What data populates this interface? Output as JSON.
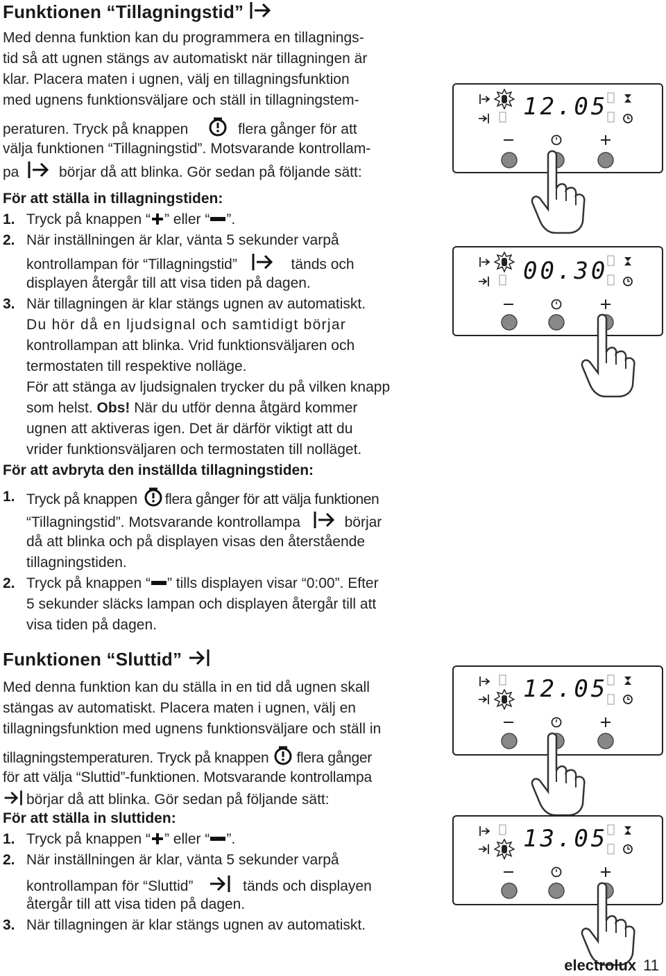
{
  "section1": {
    "title": "Funktionen “Tillagningstid”",
    "title_icon": "tillagningstid-icon",
    "intro": [
      "Med denna funktion kan du programmera en tillagnings-",
      "tid så att ugnen stängs av automatiskt när tillagningen är",
      "klar. Placera  maten i ugnen, välj en tillagningsfunktion",
      "med ugnens funktionsväljare och ställ in tillagningstem-"
    ],
    "intro_line5_a": "peraturen. Tryck på knappen",
    "intro_line5_b": "flera gånger för att",
    "intro_line6": "välja funktionen “Tillagningstid”. Motsvarande kontrollam-",
    "intro_line7_a": "pa",
    "intro_line7_b": "börjar då att blinka. Gör sedan på följande sätt:",
    "set_heading": "För att ställa in tillagningstiden:",
    "step1_num": "1.",
    "step1_a": "Tryck på knappen “",
    "step1_b": "” eller “",
    "step1_c": "”.",
    "step2_num": "2.",
    "step2_line1": "När inställningen är klar, vänta 5 sekunder varpå",
    "step2_line2_a": "kontrollampan för “Tillagningstid”",
    "step2_line2_b": "tänds och",
    "step2_line3": "displayen återgår till att visa tiden på dagen.",
    "step3_num": "3.",
    "step3_lines": [
      "När tillagningen är klar stängs ugnen av automatiskt.",
      "Du hör då en ljudsignal och samtidigt börjar",
      "kontrollampan att blinka. Vrid funktionsväljaren och",
      "termostaten till respektive nolläge.",
      "För att stänga av ljudsignalen trycker du på vilken knapp"
    ],
    "step3_line6_a": "som helst.",
    "step3_obs": "Obs!",
    "step3_line6_b": "När du utför denna åtgärd kommer",
    "step3_lines_end": [
      "ugnen att aktiveras igen. Det är därför viktigt att du",
      "vrider funktionsväljaren och termostaten till nolläget."
    ],
    "cancel_heading": "För att avbryta den inställda tillagningstiden:",
    "c1_num": "1.",
    "c1_line1_a": "Tryck på knappen",
    "c1_line1_b": "flera gånger för att välja funktionen",
    "c1_line2_a": "“Tillagningstid”. Motsvarande kontrollampa",
    "c1_line2_b": "börjar",
    "c1_line3": "då att blinka och på displayen visas den återstående",
    "c1_line4": "tillagningstiden.",
    "c2_num": "2.",
    "c2_line1_a": "Tryck på knappen “",
    "c2_line1_b": "” tills displayen visar “0:00”. Efter",
    "c2_line2": "5 sekunder släcks lampan och displayen återgår till att",
    "c2_line3": "visa tiden på dagen."
  },
  "section2": {
    "title": "Funktionen “Sluttid”",
    "title_icon": "sluttid-icon",
    "intro": [
      "Med denna funktion kan du ställa in en tid då ugnen skall",
      "stängas av automatiskt. Placera maten i ugnen, välj en",
      "tillagningsfunktion med ugnens funktionsväljare och ställ in"
    ],
    "intro_line4_a": "tillagningstemperaturen. Tryck på knappen",
    "intro_line4_b": "flera gånger",
    "intro_line5": "för att välja “Sluttid”-funktionen. Motsvarande kontrollampa",
    "intro_line6": "börjar då att blinka.  Gör sedan på följande sätt:",
    "set_heading": "För att ställa in sluttiden:",
    "step1_num": "1.",
    "step1_a": "Tryck på knappen “",
    "step1_b": "” eller “",
    "step1_c": "”.",
    "step2_num": "2.",
    "step2_line1": "När inställningen är klar, vänta 5 sekunder varpå",
    "step2_line2_a": "kontrollampan för “Sluttid”",
    "step2_line2_b": "tänds och displayen",
    "step2_line3": "återgår till att visa tiden på dagen.",
    "step3_num": "3.",
    "step3_line1": "När tillagningen är klar stängs ugnen av automatiskt."
  },
  "panels": [
    {
      "display": "12.05",
      "minus": "−",
      "plus": "+"
    },
    {
      "display": "00.30",
      "minus": "−",
      "plus": "+"
    },
    {
      "display": "12.05",
      "minus": "−",
      "plus": "+"
    },
    {
      "display": "13.05",
      "minus": "−",
      "plus": "+"
    }
  ],
  "footer": {
    "brand": "electrolux",
    "page": "11"
  }
}
